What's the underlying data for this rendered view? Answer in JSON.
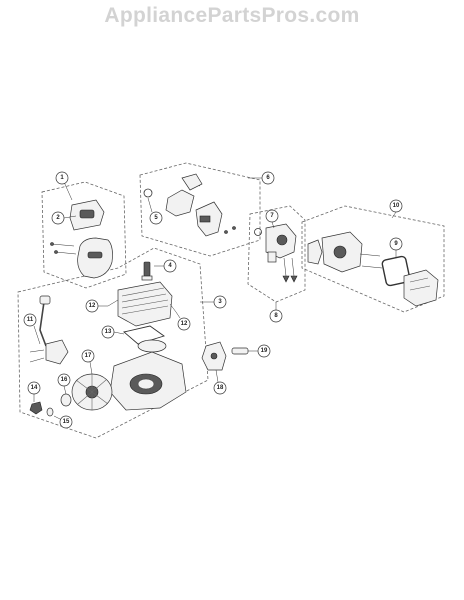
{
  "watermark": "AppliancePartsPros.com",
  "callouts": [
    "1",
    "2",
    "3",
    "4",
    "5",
    "6",
    "7",
    "8",
    "9",
    "10",
    "11",
    "12",
    "12",
    "13",
    "14",
    "15",
    "16",
    "17",
    "18",
    "19"
  ]
}
